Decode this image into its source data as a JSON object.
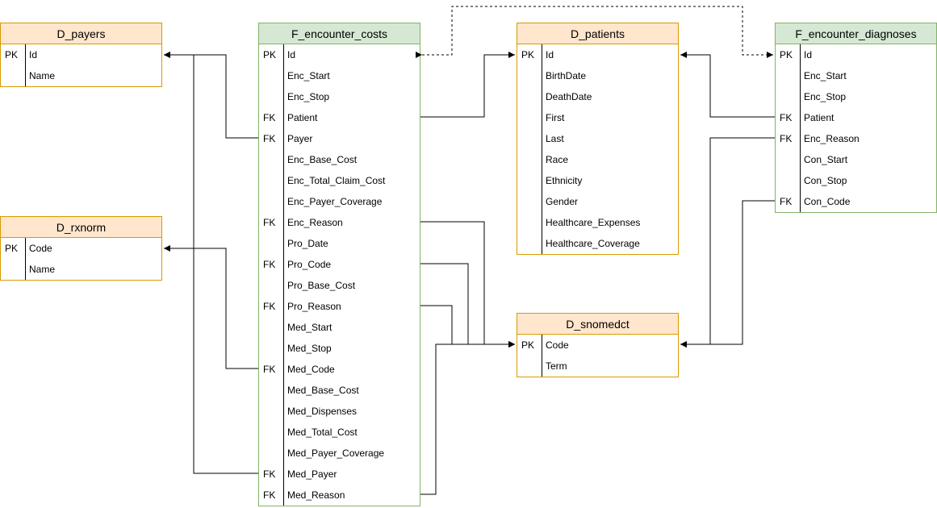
{
  "tables": {
    "d_payers": {
      "title": "D_payers",
      "rows": [
        {
          "key": "PK",
          "name": "Id"
        },
        {
          "key": "",
          "name": "Name"
        }
      ]
    },
    "d_rxnorm": {
      "title": "D_rxnorm",
      "rows": [
        {
          "key": "PK",
          "name": "Code"
        },
        {
          "key": "",
          "name": "Name"
        }
      ]
    },
    "f_encounter_costs": {
      "title": "F_encounter_costs",
      "rows": [
        {
          "key": "PK",
          "name": "Id"
        },
        {
          "key": "",
          "name": "Enc_Start"
        },
        {
          "key": "",
          "name": "Enc_Stop"
        },
        {
          "key": "FK",
          "name": "Patient"
        },
        {
          "key": "FK",
          "name": "Payer"
        },
        {
          "key": "",
          "name": "Enc_Base_Cost"
        },
        {
          "key": "",
          "name": "Enc_Total_Claim_Cost"
        },
        {
          "key": "",
          "name": "Enc_Payer_Coverage"
        },
        {
          "key": "FK",
          "name": "Enc_Reason"
        },
        {
          "key": "",
          "name": "Pro_Date"
        },
        {
          "key": "FK",
          "name": "Pro_Code"
        },
        {
          "key": "",
          "name": "Pro_Base_Cost"
        },
        {
          "key": "FK",
          "name": "Pro_Reason"
        },
        {
          "key": "",
          "name": "Med_Start"
        },
        {
          "key": "",
          "name": "Med_Stop"
        },
        {
          "key": "FK",
          "name": "Med_Code"
        },
        {
          "key": "",
          "name": "Med_Base_Cost"
        },
        {
          "key": "",
          "name": "Med_Dispenses"
        },
        {
          "key": "",
          "name": "Med_Total_Cost"
        },
        {
          "key": "",
          "name": "Med_Payer_Coverage"
        },
        {
          "key": "FK",
          "name": "Med_Payer"
        },
        {
          "key": "FK",
          "name": "Med_Reason"
        }
      ]
    },
    "d_patients": {
      "title": "D_patients",
      "rows": [
        {
          "key": "PK",
          "name": "Id"
        },
        {
          "key": "",
          "name": "BirthDate"
        },
        {
          "key": "",
          "name": "DeathDate"
        },
        {
          "key": "",
          "name": "First"
        },
        {
          "key": "",
          "name": "Last"
        },
        {
          "key": "",
          "name": "Race"
        },
        {
          "key": "",
          "name": "Ethnicity"
        },
        {
          "key": "",
          "name": "Gender"
        },
        {
          "key": "",
          "name": "Healthcare_Expenses"
        },
        {
          "key": "",
          "name": "Healthcare_Coverage"
        }
      ]
    },
    "d_snomedct": {
      "title": "D_snomedct",
      "rows": [
        {
          "key": "PK",
          "name": "Code"
        },
        {
          "key": "",
          "name": "Term"
        }
      ]
    },
    "f_encounter_diagnoses": {
      "title": "F_encounter_diagnoses",
      "rows": [
        {
          "key": "PK",
          "name": "Id"
        },
        {
          "key": "",
          "name": "Enc_Start"
        },
        {
          "key": "",
          "name": "Enc_Stop"
        },
        {
          "key": "FK",
          "name": "Patient"
        },
        {
          "key": "FK",
          "name": "Enc_Reason"
        },
        {
          "key": "",
          "name": "Con_Start"
        },
        {
          "key": "",
          "name": "Con_Stop"
        },
        {
          "key": "FK",
          "name": "Con_Code"
        }
      ]
    }
  },
  "relationships": [
    {
      "from": "F_encounter_costs.Payer",
      "to": "D_payers.Id",
      "style": "solid"
    },
    {
      "from": "F_encounter_costs.Med_Payer",
      "to": "D_payers.Id",
      "style": "solid"
    },
    {
      "from": "F_encounter_costs.Med_Code",
      "to": "D_rxnorm.Code",
      "style": "solid"
    },
    {
      "from": "F_encounter_costs.Patient",
      "to": "D_patients.Id",
      "style": "solid"
    },
    {
      "from": "F_encounter_costs.Enc_Reason",
      "to": "D_snomedct.Code",
      "style": "solid"
    },
    {
      "from": "F_encounter_costs.Pro_Code",
      "to": "D_snomedct.Code",
      "style": "solid"
    },
    {
      "from": "F_encounter_costs.Pro_Reason",
      "to": "D_snomedct.Code",
      "style": "solid"
    },
    {
      "from": "F_encounter_costs.Med_Reason",
      "to": "D_snomedct.Code",
      "style": "solid"
    },
    {
      "from": "F_encounter_diagnoses.Patient",
      "to": "D_patients.Id",
      "style": "solid"
    },
    {
      "from": "F_encounter_diagnoses.Enc_Reason",
      "to": "D_snomedct.Code",
      "style": "solid"
    },
    {
      "from": "F_encounter_diagnoses.Con_Code",
      "to": "D_snomedct.Code",
      "style": "solid"
    },
    {
      "from": "F_encounter_costs.Id",
      "to": "F_encounter_diagnoses.Id",
      "style": "dashed"
    }
  ],
  "colors": {
    "dimension_header": "#ffe6cc",
    "dimension_border": "#d79b00",
    "fact_header": "#d5e8d4",
    "fact_border": "#82b366",
    "line": "#000000"
  }
}
